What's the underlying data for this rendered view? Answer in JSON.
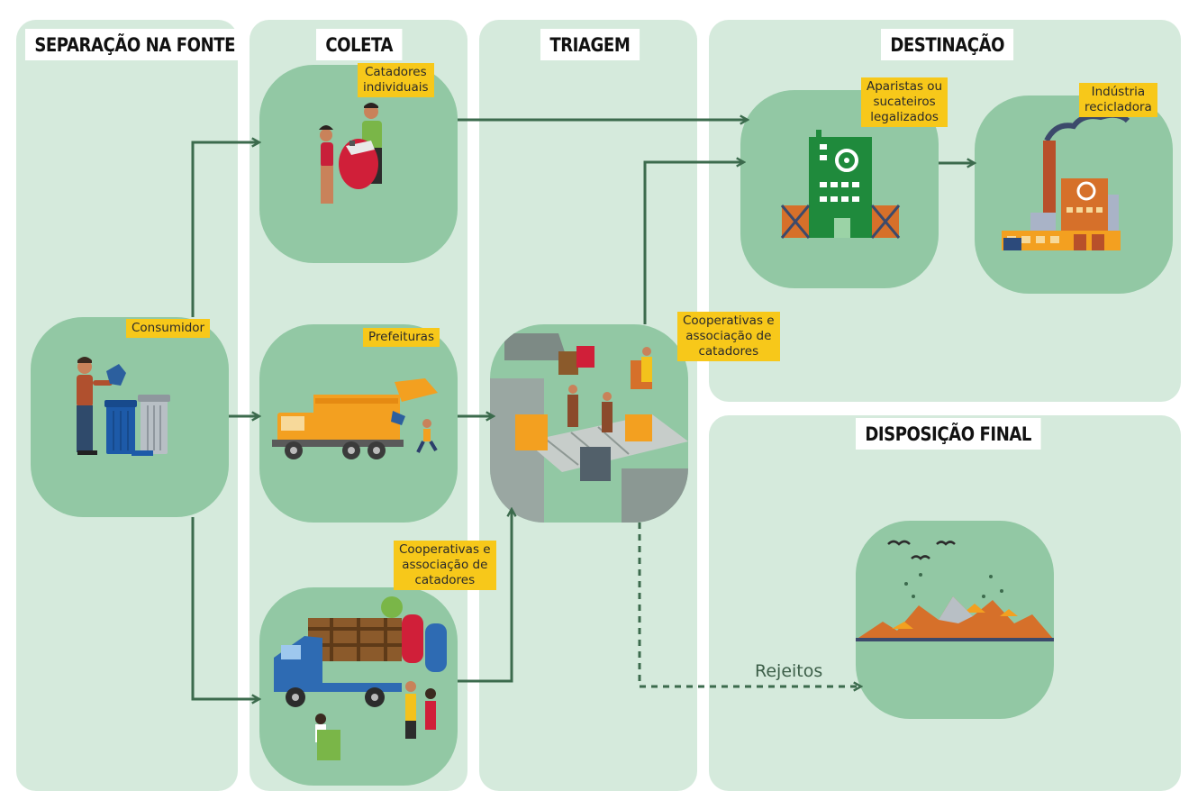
{
  "stages": {
    "separacao": "SEPARAÇÃO NA FONTE",
    "coleta": "COLETA",
    "triagem": "TRIAGEM",
    "destinacao": "DESTINAÇÃO",
    "disposicao": "DISPOSIÇÃO FINAL"
  },
  "actors": {
    "consumidor": "Consumidor",
    "catadores_individuais": "Catadores\nindividuais",
    "prefeituras": "Prefeituras",
    "cooperativas_coleta": "Cooperativas e\nassociação de\ncatadores",
    "cooperativas_triagem": "Cooperativas e\nassociação de\ncatadores",
    "aparistas": "Aparistas ou\nsucateiros\nlegalizados",
    "industria": "Indústria\nrecicladora"
  },
  "flow_labels": {
    "rejeitos": "Rejeitos"
  },
  "icons": {
    "consumidor": "person-throwing-trash-icon",
    "catadores": "waste-pickers-icon",
    "prefeituras": "garbage-truck-icon",
    "cooperativas": "recycling-truck-icon",
    "triagem": "sorting-facility-icon",
    "aparistas": "recycling-building-icon",
    "industria": "recycling-factory-icon",
    "disposicao": "landfill-icon"
  },
  "colors": {
    "background": "#ffffff",
    "panel": "#d5eadc",
    "node": "#92c8a4",
    "label": "#f7c81a",
    "arrow": "#3c6b4d"
  }
}
